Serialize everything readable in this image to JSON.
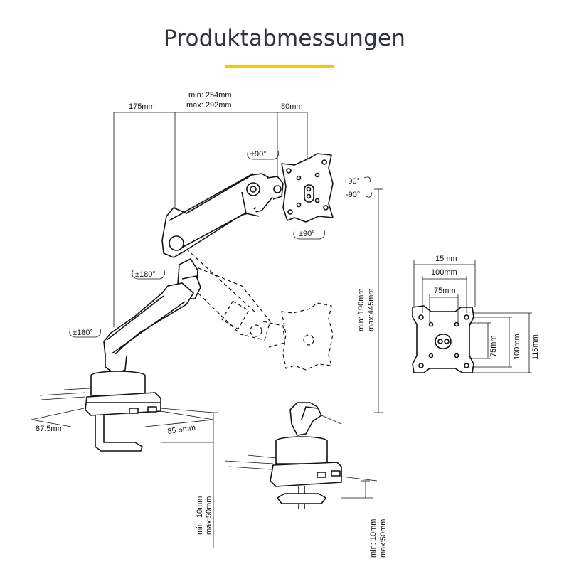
{
  "title": "Produktabmessungen",
  "colors": {
    "accent": "#f2c12e",
    "text": "#2b3444",
    "line": "#111111"
  },
  "dimensions": {
    "width_left": "175mm",
    "arm_extension_min": "min: 254mm",
    "arm_extension_max": "max: 292mm",
    "width_right": "80mm",
    "height_min": "min: 190mm",
    "height_max": "max:445mm",
    "base_depth": "87.5mm",
    "base_width": "85.5mm",
    "clamp_min": "min: 10mm",
    "clamp_max": "max:50mm",
    "grommet_min": "min: 10mm",
    "grommet_max": "max:50mm"
  },
  "rotations": {
    "swivel_top": "±90°",
    "swivel_bottom": "±90°",
    "tilt_up": "+90°",
    "tilt_down": "-90°",
    "elbow": "±180°",
    "base": "±180°"
  },
  "vesa": {
    "top_offset": "15mm",
    "width_100": "100mm",
    "width_75": "75mm",
    "height_75": "75mm",
    "height_100": "100mm",
    "height_115": "115mm"
  }
}
